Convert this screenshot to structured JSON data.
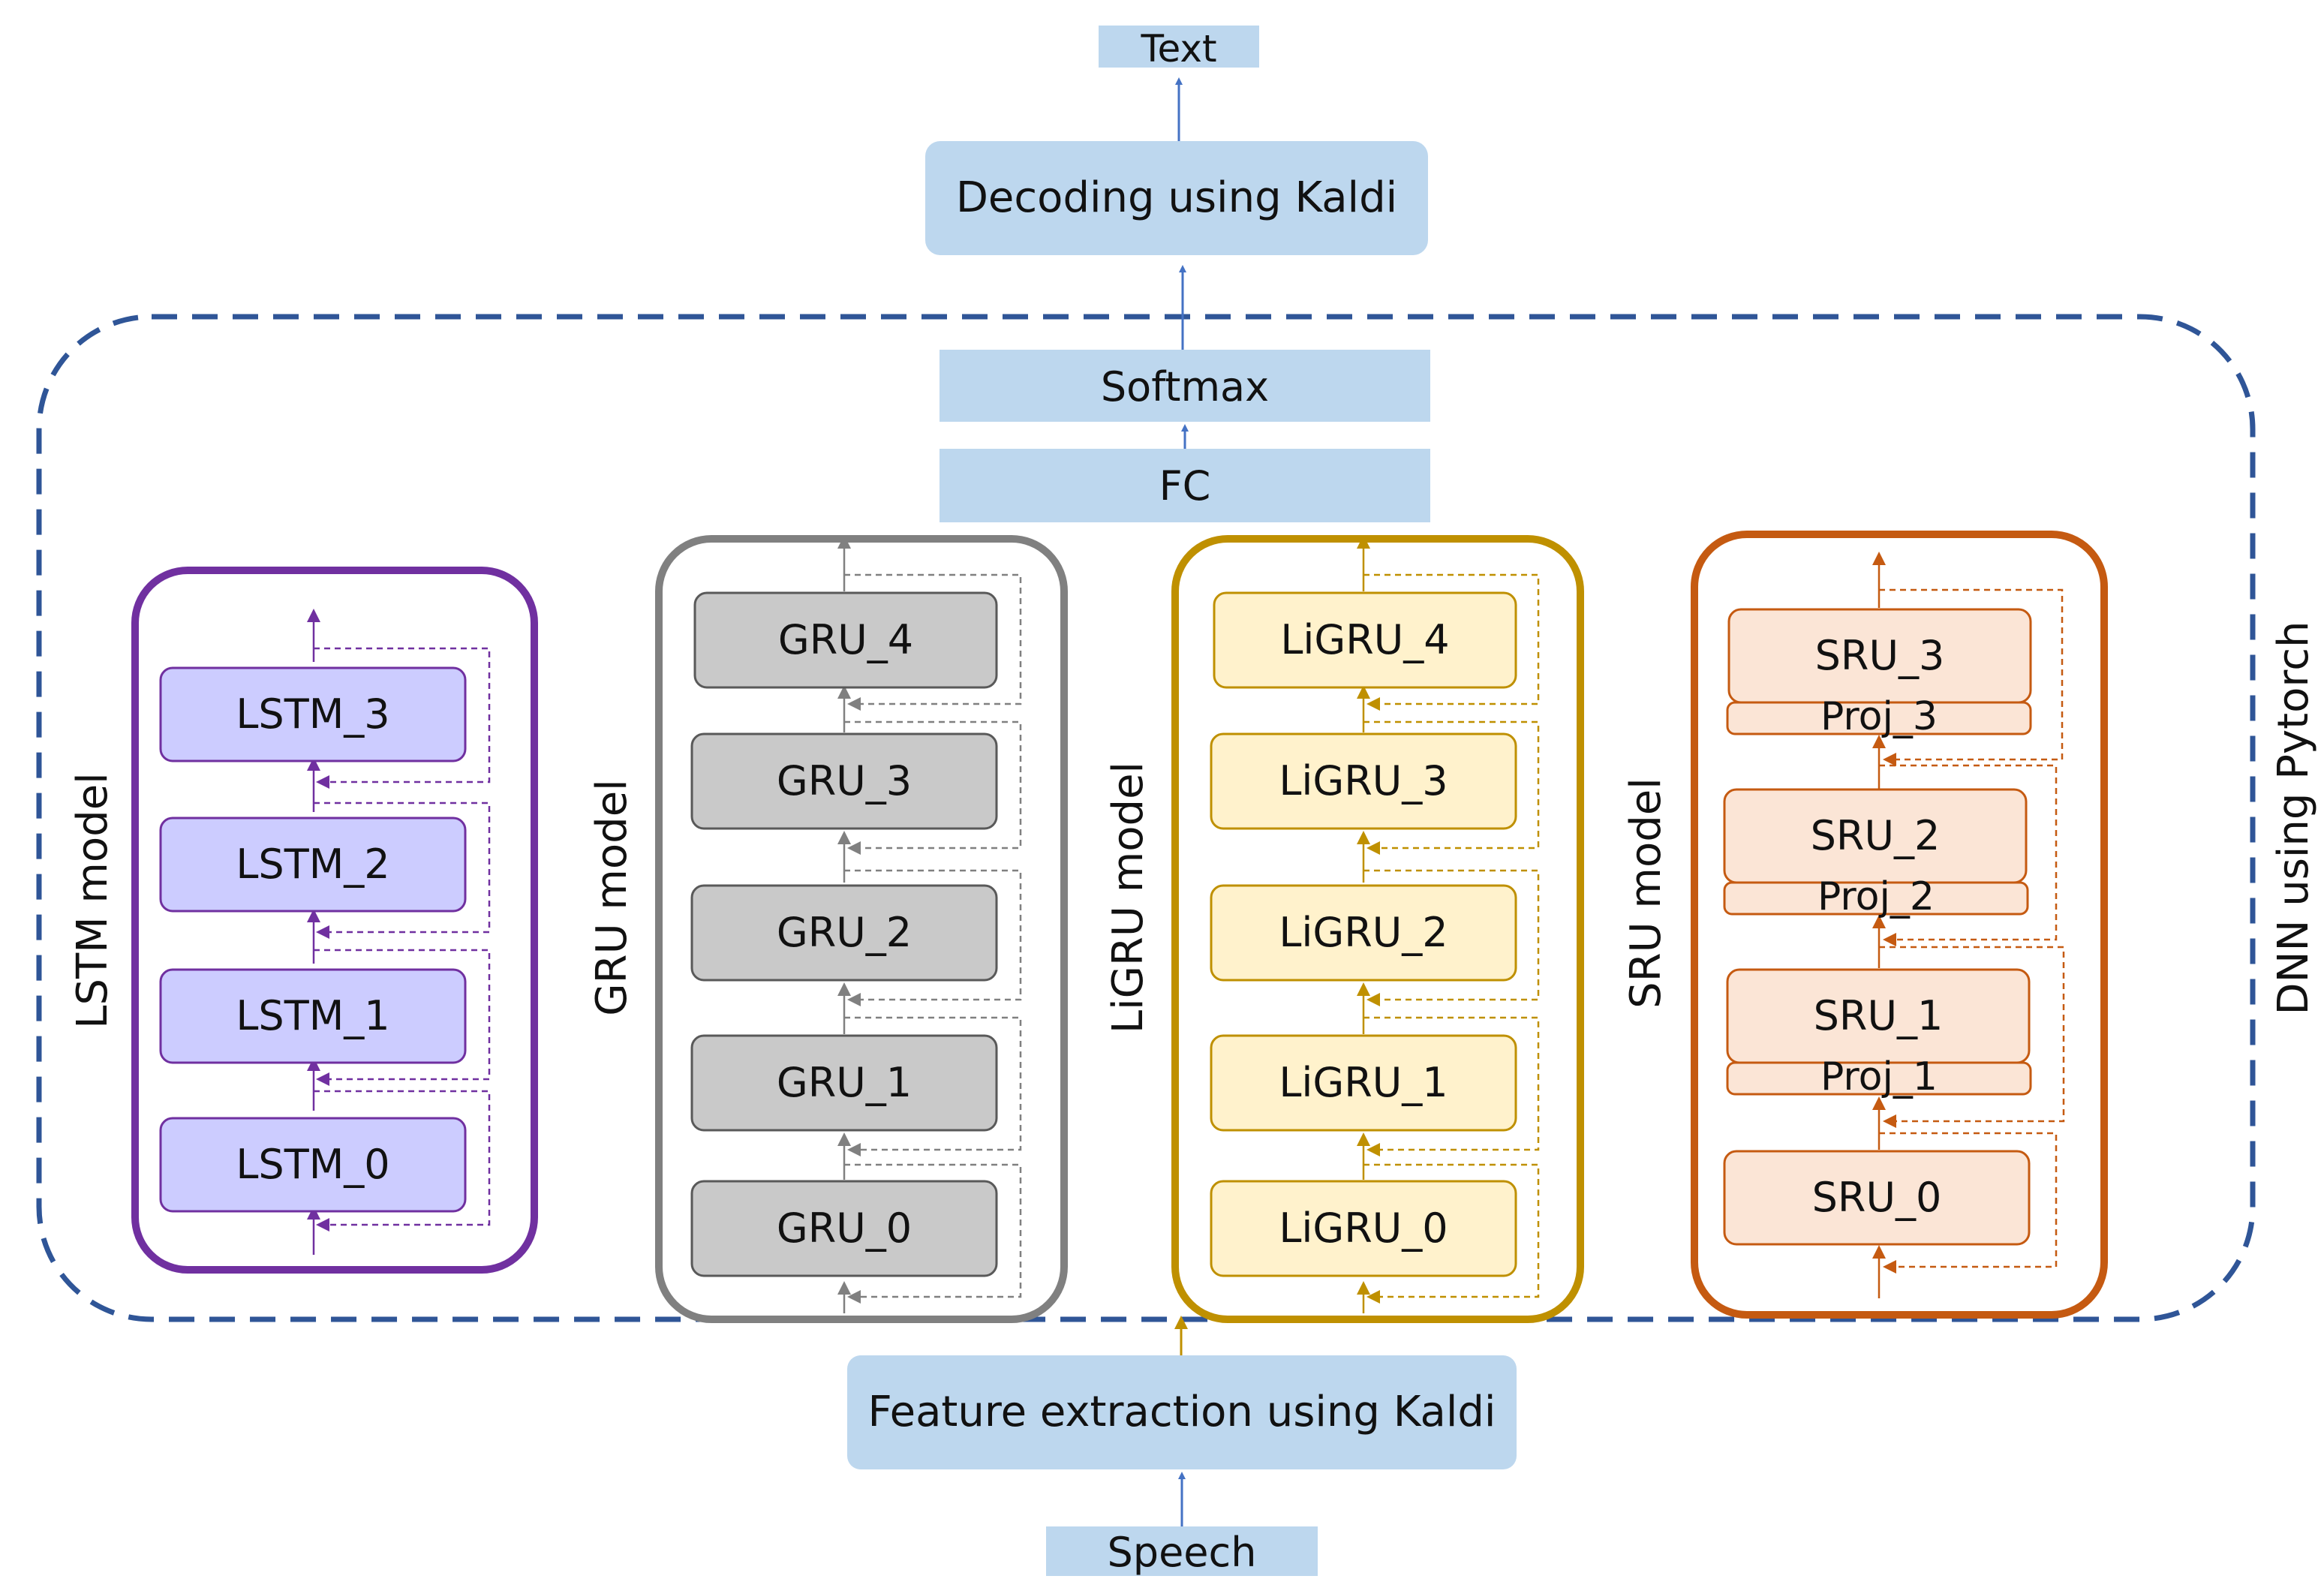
{
  "pipeline": {
    "text_label": "Text",
    "decoding_label": "Decoding using Kaldi",
    "softmax_label": "Softmax",
    "fc_label": "FC",
    "feature_label": "Feature extraction using Kaldi",
    "speech_label": "Speech",
    "dnn_label": "DNN using Pytorch"
  },
  "models": [
    {
      "id": "lstm",
      "label": "LSTM model",
      "color": "#7030A0",
      "fill": "#CCCCFF",
      "box_stroke": "#7030A0",
      "layers": [
        "LSTM_0",
        "LSTM_1",
        "LSTM_2",
        "LSTM_3"
      ]
    },
    {
      "id": "gru",
      "label": "GRU model",
      "color": "#808080",
      "fill": "#C9C9C9",
      "box_stroke": "#595959",
      "layers": [
        "GRU_0",
        "GRU_1",
        "GRU_2",
        "GRU_3",
        "GRU_4"
      ]
    },
    {
      "id": "ligru",
      "label": "LiGRU model",
      "color": "#BF9000",
      "fill": "#FFF2CC",
      "box_stroke": "#BF9000",
      "layers": [
        "LiGRU_0",
        "LiGRU_1",
        "LiGRU_2",
        "LiGRU_3",
        "LiGRU_4"
      ]
    },
    {
      "id": "sru",
      "label": "SRU model",
      "color": "#C55A11",
      "fill": "#FBE5D6",
      "box_stroke": "#C55A11",
      "layers": [
        "SRU_0",
        "SRU_1",
        "SRU_2",
        "SRU_3"
      ],
      "projections": [
        "Proj_1",
        "Proj_2",
        "Proj_3"
      ]
    }
  ],
  "colors": {
    "pipeline_box": "#BDD7EE",
    "dnn_border": "#2F5597",
    "arrow": "#4472C4"
  }
}
